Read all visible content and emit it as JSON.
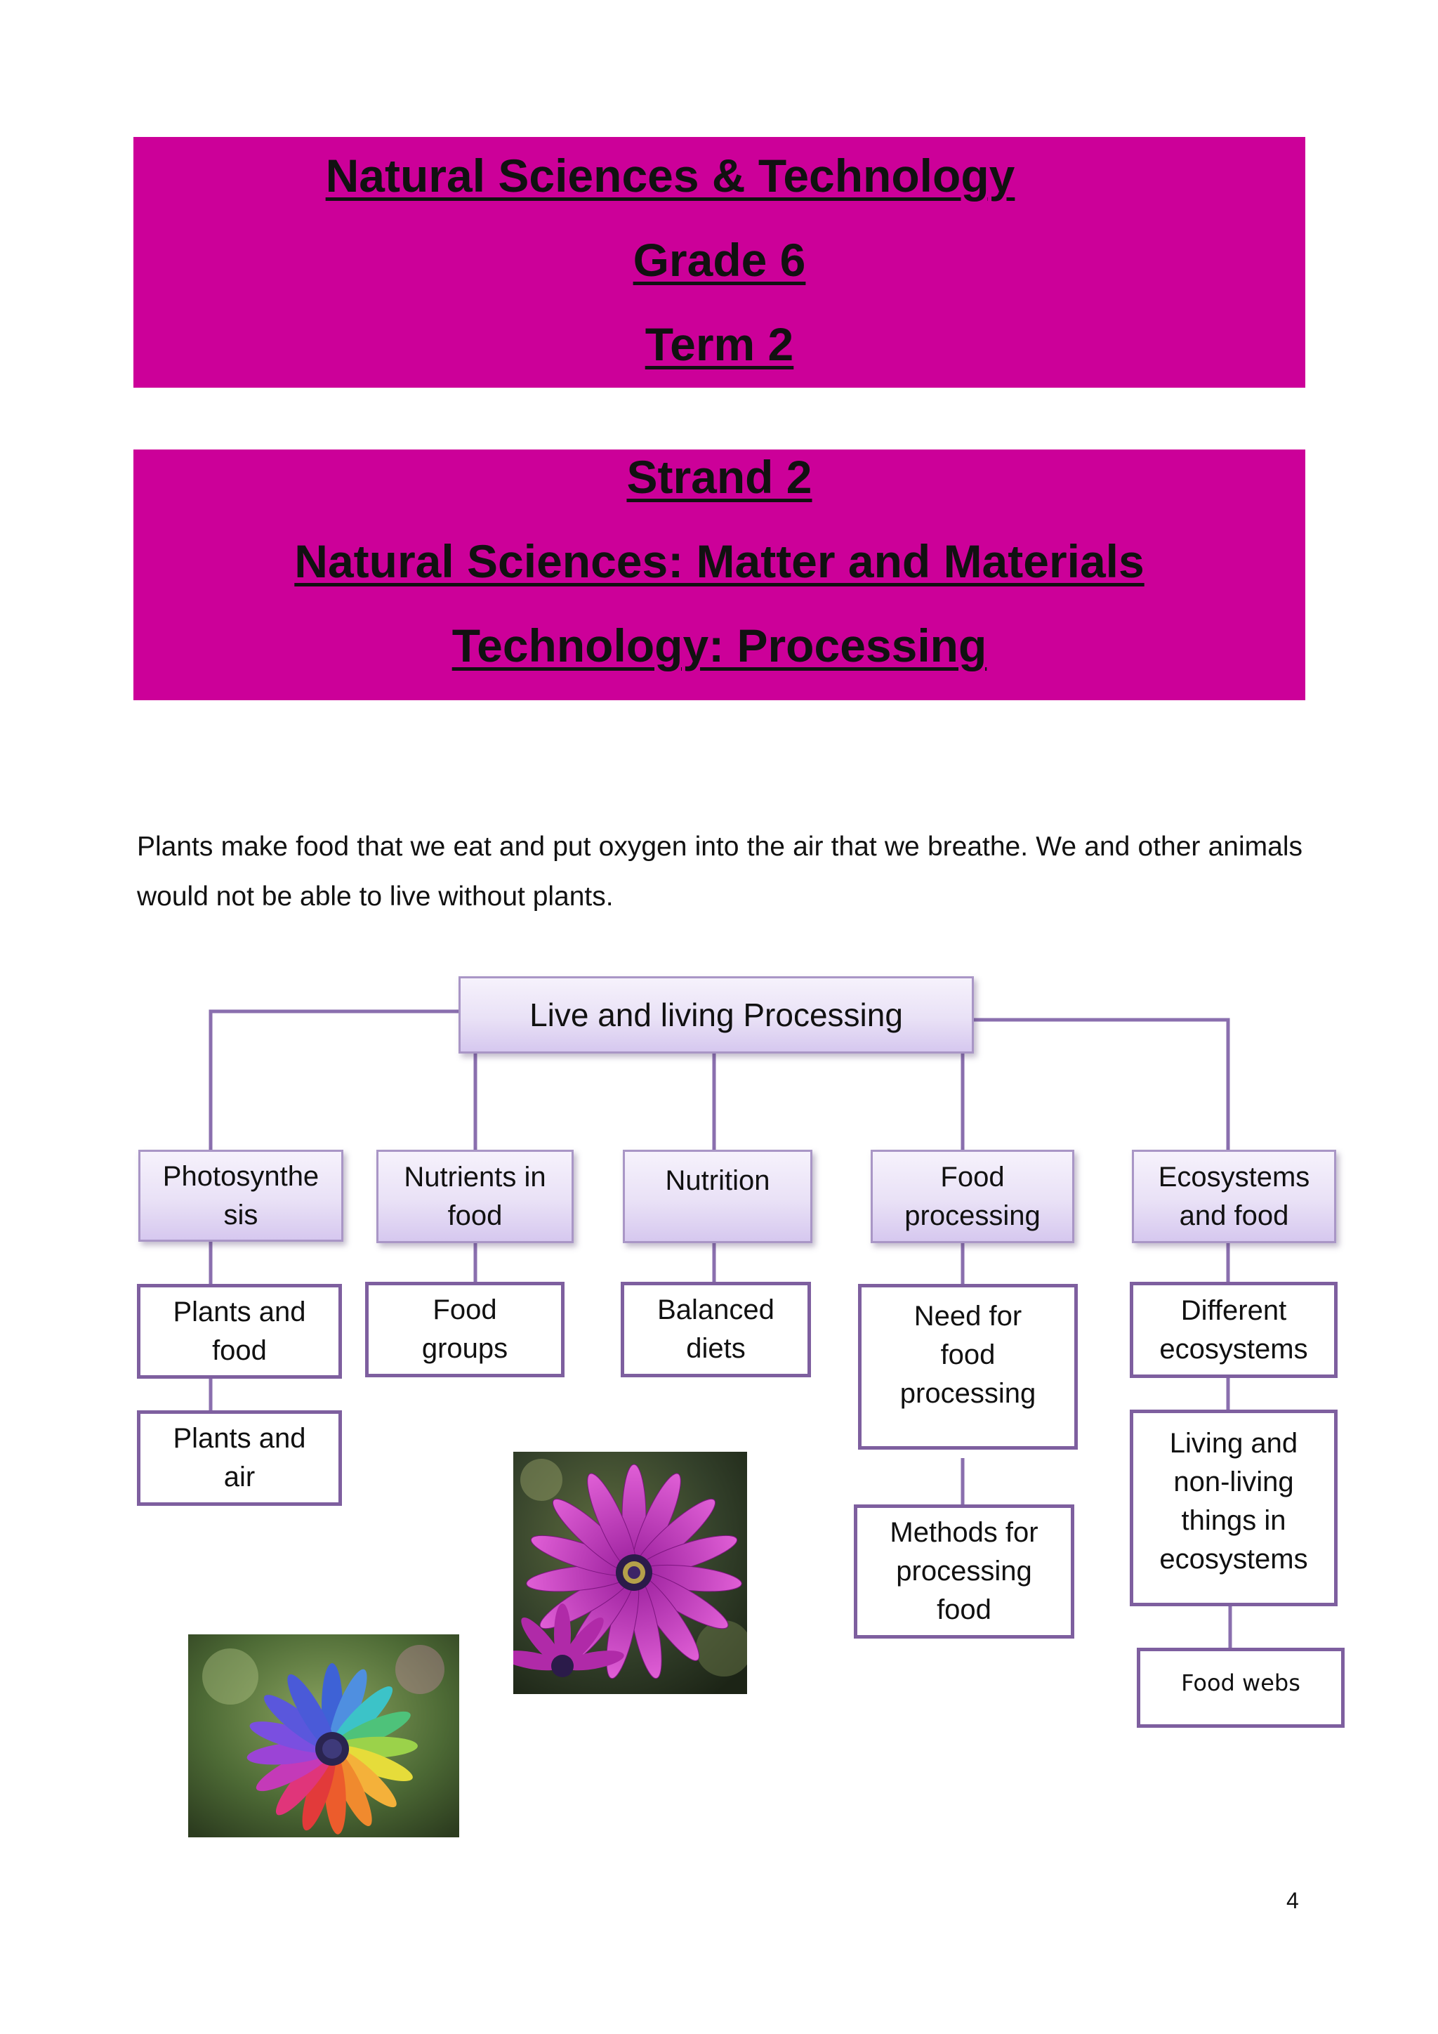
{
  "header_banner": {
    "title": "Natural Sciences & Technology",
    "grade": "Grade 6",
    "term": "Term 2"
  },
  "strand_banner": {
    "strand": "Strand 2",
    "natural_sciences": "Natural Sciences: Matter and Materials",
    "technology": "Technology: Processing"
  },
  "intro_text": "Plants make food that we eat and put oxygen into the air that we breathe. We and other animals would not be able to live without plants.",
  "concept_map": {
    "root": "Live and living Processing",
    "topics": {
      "photosynthesis": {
        "line1": "Photosynthe",
        "line2": "sis"
      },
      "nutrients": {
        "line1": "Nutrients in",
        "line2": "food"
      },
      "nutrition": {
        "line1": "Nutrition"
      },
      "food_processing": {
        "line1": "Food",
        "line2": "processing"
      },
      "ecosystems": {
        "line1": "Ecosystems",
        "line2": "and food"
      }
    },
    "subtopics": {
      "plants_food": {
        "line1": "Plants and",
        "line2": "food"
      },
      "plants_air": {
        "line1": "Plants and",
        "line2": "air"
      },
      "food_groups": {
        "line1": "Food",
        "line2": "groups"
      },
      "balanced_diets": {
        "line1": "Balanced",
        "line2": "diets"
      },
      "need_processing": {
        "line1": "Need for",
        "line2": "food",
        "line3": "processing"
      },
      "methods_processing": {
        "line1": "Methods for",
        "line2": "processing",
        "line3": "food"
      },
      "different_ecosystems": {
        "line1": "Different",
        "line2": "ecosystems"
      },
      "living_nonliving": {
        "line1": "Living and",
        "line2": "non-living",
        "line3": "things in",
        "line4": "ecosystems"
      },
      "food_webs": {
        "line1": "Food webs"
      }
    },
    "colors": {
      "connector": "#8a6fae",
      "box_border": "#7e5f9f",
      "banner": "#cc0099"
    }
  },
  "photos": {
    "rainbow_daisy": "rainbow-petal-daisy-image",
    "purple_daisy": "purple-daisy-image"
  },
  "page_number": "4"
}
